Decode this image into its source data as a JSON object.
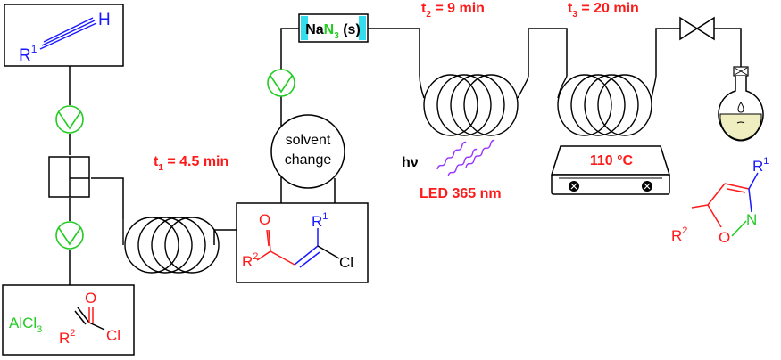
{
  "colors": {
    "red": "#ff1a1a",
    "blue": "#1a1aff",
    "green": "#22cc22",
    "cyan": "#33ddee",
    "violet": "#9933ff",
    "flask_liquid": "#eeeec0",
    "line": "#000000"
  },
  "alkyne": {
    "r": "R",
    "r_sup": "1",
    "h": "H"
  },
  "acid_chloride": {
    "alcl3": "AlCl",
    "alcl3_sub": "3",
    "o": "O",
    "r": "R",
    "r_sup": "2",
    "cl": "Cl"
  },
  "t1": {
    "t": "t",
    "sub": "1",
    "rest": " = 4.5 min"
  },
  "enone": {
    "o": "O",
    "r2": "R",
    "r2_sup": "2",
    "r1": "R",
    "r1_sup": "1",
    "cl": "Cl"
  },
  "solvent_change": {
    "line1": "solvent",
    "line2": "change"
  },
  "nan3": {
    "na": "Na",
    "n": "N",
    "sub": "3",
    "s": " (s)"
  },
  "t2": {
    "t": "t",
    "sub": "2",
    "rest": " = 9 min"
  },
  "t3": {
    "t": "t",
    "sub": "3",
    "rest": " = 20 min"
  },
  "hv": "hν",
  "led": "LED 365 nm",
  "temp": "110 °C",
  "isoxazole": {
    "r1": "R",
    "r1_sup": "1",
    "r2": "R",
    "r2_sup": "2",
    "n": "N",
    "o": "O"
  },
  "icons": [
    "pump-icon",
    "mixer-icon",
    "coil-reactor-icon",
    "cartridge-icon",
    "lamp-icon",
    "hotplate-icon",
    "valve-icon",
    "flask-icon"
  ]
}
